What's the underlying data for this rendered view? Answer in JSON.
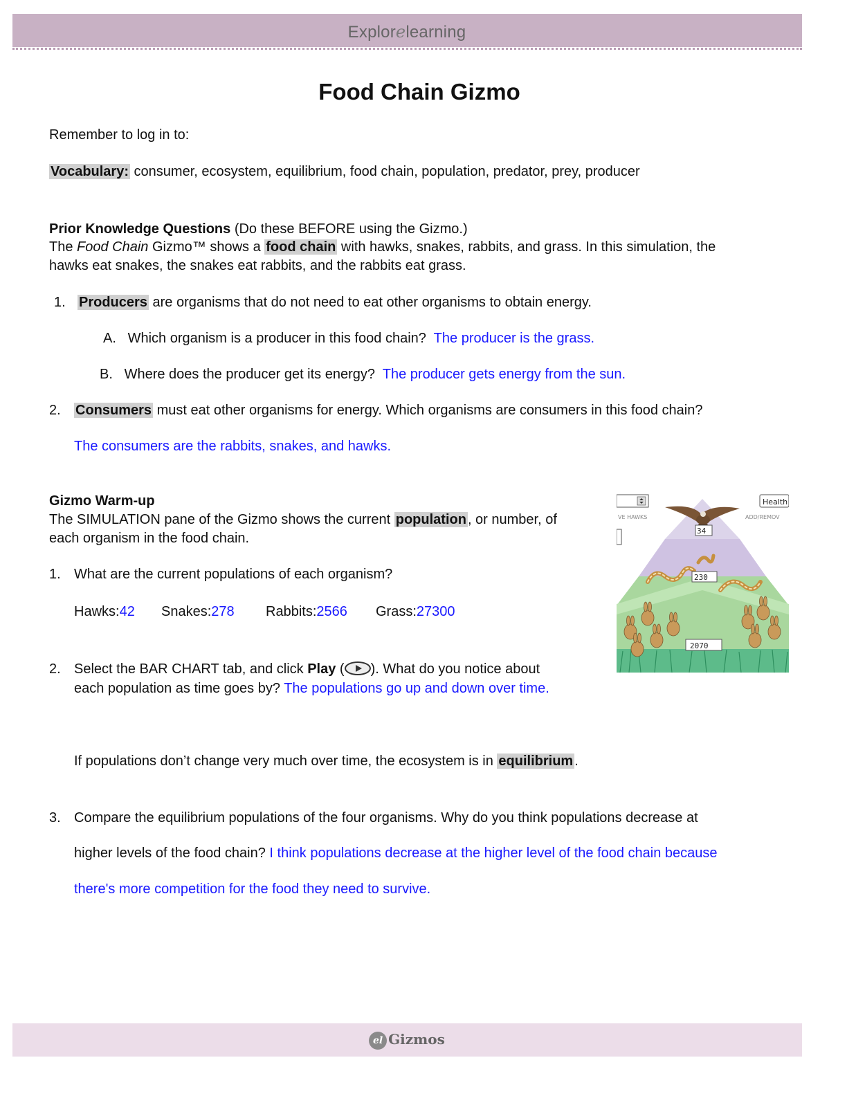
{
  "header": {
    "logo_prefix": "Explor",
    "logo_mark": "e",
    "logo_suffix": "learning"
  },
  "footer": {
    "logo_mark": "el",
    "logo_text": "Gizmos"
  },
  "title": "Food Chain Gizmo",
  "login_line": "Remember to log in to:",
  "vocab": {
    "label": "Vocabulary:",
    "text": " consumer, ecosystem, equilibrium, food chain, population, predator, prey, producer"
  },
  "prior": {
    "heading": "Prior Knowledge Questions",
    "heading_note": " (Do these BEFORE using the Gizmo.)",
    "intro1_a": "The ",
    "intro1_italic": "Food Chain",
    "intro1_b": " Gizmo™ shows a ",
    "intro1_hl": "food chain",
    "intro1_c": " with hawks, snakes, rabbits, and grass. In this simulation, the",
    "intro2": "hawks eat snakes, the snakes eat rabbits, and the rabbits eat grass.",
    "q1": {
      "num": "1.",
      "term": "Producers",
      "text": " are organisms that do not need to eat other organisms to obtain energy."
    },
    "q1a": {
      "letter": "A.",
      "question": "Which organism is a producer in this food chain?",
      "answer": "The producer is the grass."
    },
    "q1b": {
      "letter": "B.",
      "question": "Where does the producer get its energy?",
      "answer": "The producer gets energy from the sun."
    },
    "q2": {
      "num": "2.",
      "term": "Consumers",
      "text": " must eat other organisms for energy. Which organisms are consumers in this food chain?",
      "answer": "The consumers are the rabbits, snakes, and hawks."
    }
  },
  "warmup": {
    "heading": "Gizmo Warm-up",
    "intro1_a": "The SIMULATION pane of the Gizmo shows the current ",
    "intro1_hl": "population",
    "intro1_b": ", or number, of",
    "intro2": "each organism in the food chain.",
    "q1": {
      "num": "1.",
      "question": "What are the current populations of each organism?"
    },
    "populations": [
      {
        "label": "Hawks:",
        "value": "42"
      },
      {
        "label": "Snakes:",
        "value": "278"
      },
      {
        "label": "Rabbits:",
        "value": "2566"
      },
      {
        "label": "Grass:",
        "value": "27300"
      }
    ],
    "q2": {
      "num": "2.",
      "a": "Select the BAR CHART tab, and click ",
      "bold": "Play",
      "b": " (",
      "c": "). What do you notice about",
      "line2": "each population as time goes by?",
      "answer": "The populations go up and down over time."
    },
    "equilibrium": {
      "a": "If populations don’t change very much over time, the ecosystem is in ",
      "hl": "equilibrium",
      "b": "."
    },
    "q3": {
      "num": "3.",
      "line1": "Compare the equilibrium populations of the four organisms. Why do you think populations decrease at",
      "line2": "higher levels of the food chain?",
      "answer1": "I think populations decrease at the higher level of the food chain because",
      "answer2": "there's more competition for the food they need to survive."
    }
  },
  "gizmo_image": {
    "left_label": "VE HAWKS",
    "right_button": "Health",
    "right_label": "ADD/REMOV",
    "hawk_count": "34",
    "snake_count": "230",
    "rabbit_count": "2070"
  }
}
